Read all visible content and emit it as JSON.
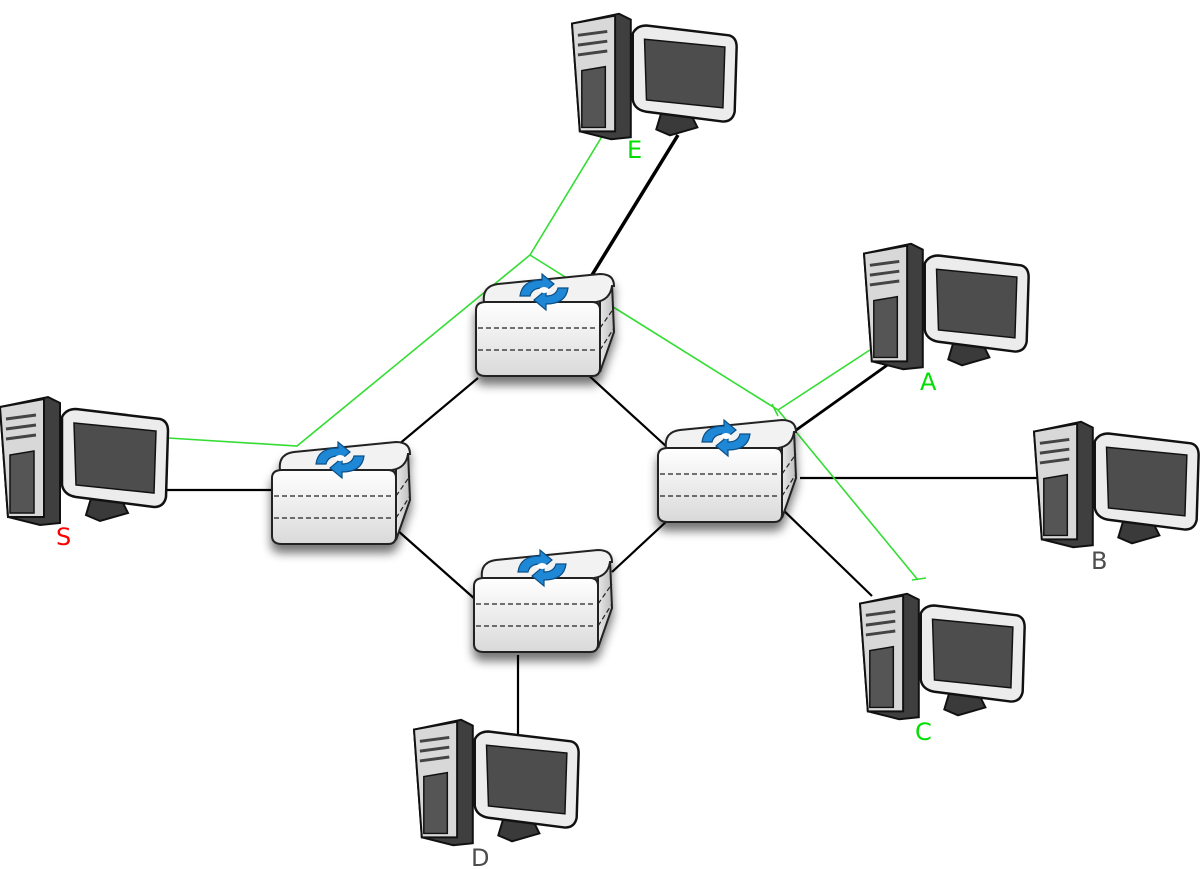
{
  "nodes": {
    "source": {
      "label": "S",
      "color": "#ff0000"
    },
    "e": {
      "label": "E",
      "color": "#00e000"
    },
    "a": {
      "label": "A",
      "color": "#00e000"
    },
    "b": {
      "label": "B",
      "color": "#4d4d4d"
    },
    "c": {
      "label": "C",
      "color": "#00e000"
    },
    "d": {
      "label": "D",
      "color": "#4d4d4d"
    }
  },
  "routers": [
    "router-west",
    "router-north",
    "router-east",
    "router-south"
  ],
  "colors": {
    "link": "#000000",
    "multicast_path": "#33dd33",
    "router_icon": "#1e88d6",
    "computer_dark": "#4a4a4a",
    "computer_light": "#eeeeee"
  },
  "multicast_receivers": [
    "E",
    "A",
    "C"
  ]
}
